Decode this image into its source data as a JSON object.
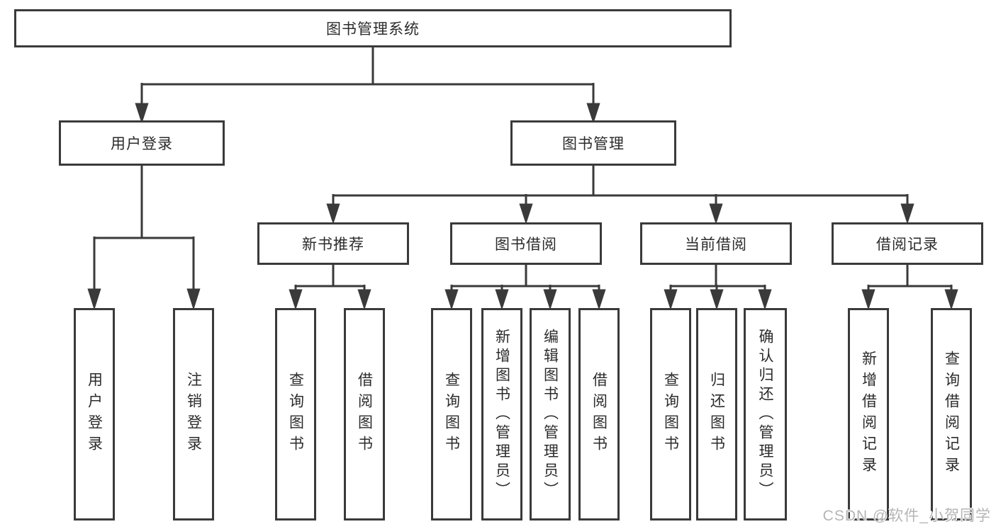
{
  "diagram": {
    "type": "tree",
    "title": "图书管理系统",
    "root": {
      "label": "图书管理系统"
    },
    "level1": [
      {
        "label": "用户登录"
      },
      {
        "label": "图书管理"
      }
    ],
    "level2": [
      {
        "label": "新书推荐"
      },
      {
        "label": "图书借阅"
      },
      {
        "label": "当前借阅"
      },
      {
        "label": "借阅记录"
      }
    ],
    "leaves": {
      "user_login": [
        {
          "label": "用户登录"
        },
        {
          "label": "注销登录"
        }
      ],
      "new_books": [
        {
          "label": "查询图书"
        },
        {
          "label": "借阅图书"
        }
      ],
      "book_borrow": [
        {
          "label": "查询图书"
        },
        {
          "label": "新增图书（管理员）"
        },
        {
          "label": "编辑图书（管理员）"
        },
        {
          "label": "借阅图书"
        }
      ],
      "current_borrow": [
        {
          "label": "查询图书"
        },
        {
          "label": "归还图书"
        },
        {
          "label": "确认归还（管理员）"
        }
      ],
      "borrow_records": [
        {
          "label": "新增借阅记录"
        },
        {
          "label": "查询借阅记录"
        }
      ]
    },
    "colors": {
      "line": "#3a3a3a",
      "box_border": "#3a3a3a",
      "box_fill": "#ffffff",
      "text": "#2b2b2b",
      "watermark_text": "#b5b5b5"
    }
  },
  "watermark": {
    "text": "CSDN @软件_小贺同学"
  }
}
